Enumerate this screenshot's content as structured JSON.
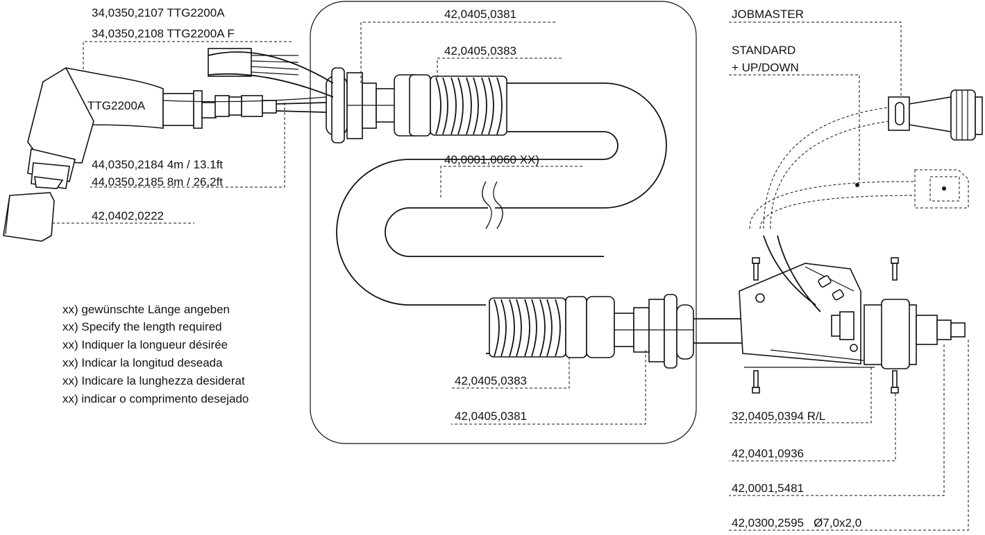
{
  "callouts": {
    "torch_2107": "34,0350,2107 TTG2200A",
    "torch_2108": "34,0350,2108 TTG2200A F",
    "torch_name": "TTG2200A",
    "hose_2184": "44,0350,2184 4m / 13.1ft",
    "hose_2185": "44,0350,2185 8m / 26,2ft",
    "nozzle": "42,0402,0222",
    "coupling_top": "42,0405,0381",
    "spring_top": "42,0405,0383",
    "cable_xx": "40,0001,0060 XX)",
    "spring_bottom": "42,0405,0383",
    "coupling_bottom": "42,0405,0381",
    "jobmaster": "JOBMASTER",
    "standard": "STANDARD",
    "updown": "+ UP/DOWN",
    "handle": "32,0405,0394 R/L",
    "screw": "42,0401,0936",
    "nut": "42,0001,5481",
    "oring": "42,0300,2595   Ø7,0x2,0"
  },
  "notes": [
    "xx) gewünschte Länge angeben",
    "xx) Specify the length required",
    "xx) Indiquer la longueur désirée",
    "xx) Indicar la longitud deseada",
    "xx) Indicare la lunghezza desiderat",
    "xx) indicar o comprimento desejado"
  ]
}
